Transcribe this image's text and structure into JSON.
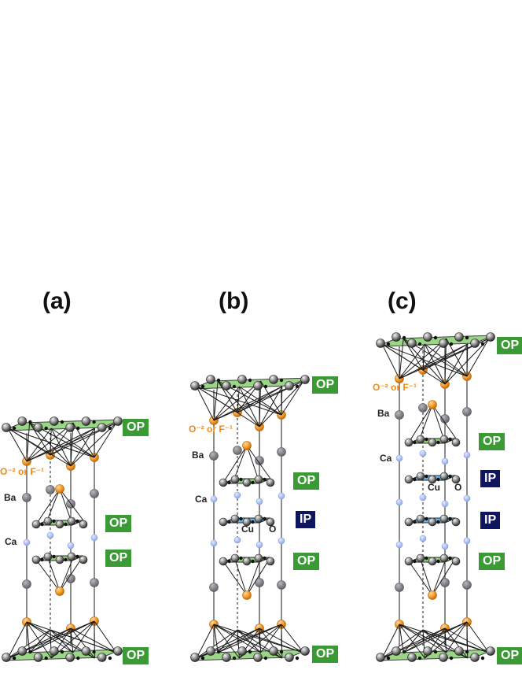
{
  "panels": [
    {
      "id": "a",
      "label": "(a)",
      "anion_label": "O⁻² or F⁻¹",
      "ba_label": "Ba",
      "ca_label": "Ca",
      "layers": [
        "OP",
        "OP",
        "OP",
        "OP"
      ]
    },
    {
      "id": "b",
      "label": "(b)",
      "anion_label": "O⁻² or F⁻¹",
      "ba_label": "Ba",
      "ca_label": "Ca",
      "cu_label": "Cu",
      "o_label": "O",
      "layers": [
        "OP",
        "OP",
        "IP",
        "OP",
        "OP"
      ]
    },
    {
      "id": "c",
      "label": "(c)",
      "anion_label": "O⁻² or F⁻¹",
      "ba_label": "Ba",
      "ca_label": "Ca",
      "cu_label": "Cu",
      "o_label": "O",
      "layers": [
        "OP",
        "OP",
        "IP",
        "IP",
        "OP",
        "OP"
      ]
    }
  ],
  "colors": {
    "op_badge": "#3a9b35",
    "ip_badge": "#10155f",
    "anion": "#ef8a17",
    "ba": "#7a7780",
    "ca": "#a9bdf5",
    "cu_plane_op": "#8fd27a",
    "cu_plane_ip": "#6fb8ef"
  }
}
